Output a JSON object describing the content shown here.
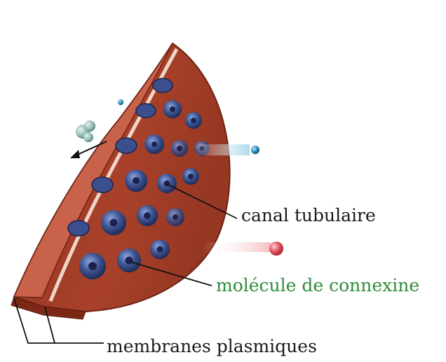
{
  "labels": {
    "canal": "canal tubulaire",
    "connexine": "molécule de connexine",
    "membranes": "membranes plasmiques"
  },
  "colors": {
    "membrane_fill": "#a9412a",
    "membrane_dark": "#7d2817",
    "membrane_edge": "#c9624a",
    "connexon_outer": "#3b4f8c",
    "connexon_inner": "#1c2350",
    "connexine_label": "#2e8b3a",
    "particle_blue": "#2d8fbf",
    "particle_red": "#e0505a",
    "particle_cluster": "#8fb8b0"
  }
}
